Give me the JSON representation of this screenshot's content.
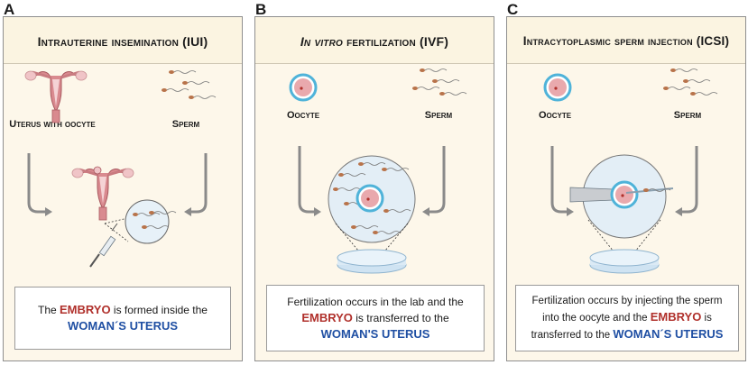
{
  "panels": [
    {
      "letter": "A",
      "title_plain": "Intrauterine insemination (IUI)",
      "left_label": "Uterus with oocyte",
      "right_label": "Sperm",
      "caption": {
        "line1_pre": "The ",
        "embryo": "EMBRYO",
        "line1_post": " is formed inside the",
        "uterus": "WOMAN´S UTERUS",
        "uterus_post": ""
      }
    },
    {
      "letter": "B",
      "title_italic": "In vitro",
      "title_rest": " fertilization (IVF)",
      "left_label": "Oocyte",
      "right_label": "Sperm",
      "caption": {
        "line1": "Fertilization occurs in the lab and the",
        "embryo": "EMBRYO",
        "line2_post": " is transferred to the",
        "uterus": "WOMAN'S UTERUS"
      }
    },
    {
      "letter": "C",
      "title_plain": "Intracytoplasmic sperm injection (ICSI)",
      "left_label": "Oocyte",
      "right_label": "Sperm",
      "caption": {
        "line1": "Fertilization occurs by injecting the sperm",
        "line2_pre": "into the oocyte and the ",
        "embryo": "EMBRYO",
        "line2_post": " is",
        "line3_pre": "transferred to the ",
        "uterus": "WOMAN´S UTERUS"
      }
    }
  ],
  "colors": {
    "embryo": "#b0302b",
    "uterus": "#1f4fa3",
    "panel_bg": "#fdf7ea",
    "uterus_pink": "#d98a8f",
    "oocyte_ring": "#4fb3d9",
    "dish": "#cfe3f2"
  },
  "icons": [
    "uterus-icon",
    "sperm-icon",
    "oocyte-icon",
    "petri-dish-icon",
    "syringe-icon",
    "pipette-icon",
    "curved-arrow-icon"
  ]
}
